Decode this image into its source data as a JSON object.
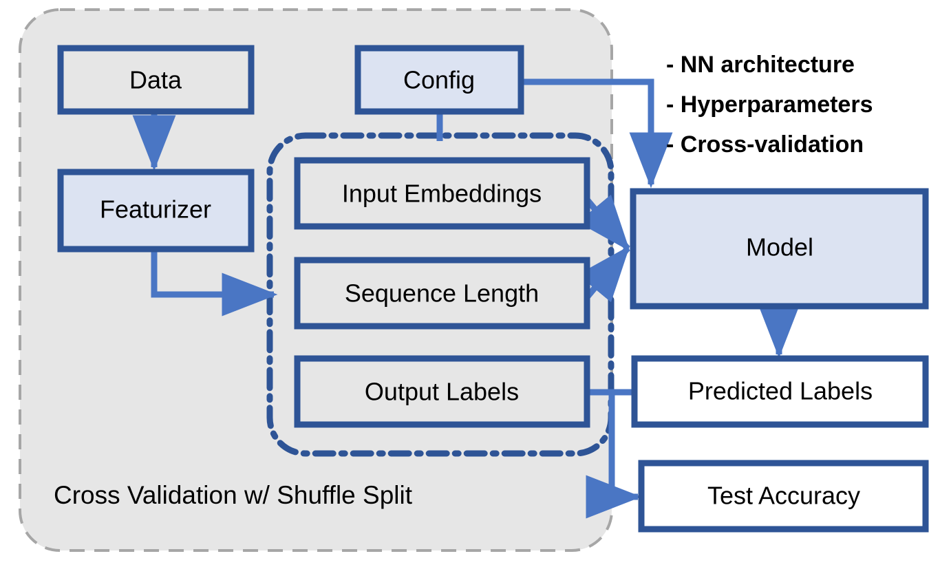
{
  "diagram": {
    "title_caption": "Cross Validation w/ Shuffle Split",
    "colors": {
      "box_stroke": "#2e5496",
      "box_fill_blue": "#dce3f2",
      "box_fill_white": "#ffffff",
      "container_fill": "#e6e6e6",
      "container_stroke": "#a6a6a6",
      "arrow_blue": "#4a76c4",
      "dashdot_stroke": "#2e5496",
      "text": "#000000"
    },
    "container": {
      "name": "Cross Validation w/ Shuffle Split",
      "caption": "Cross Validation w/ Shuffle Split"
    },
    "inner_group": {
      "name": "cross-validation-fold-group"
    },
    "nodes": [
      {
        "id": "data",
        "label": "Data",
        "fill": "container"
      },
      {
        "id": "featurizer",
        "label": "Featurizer",
        "fill": "blue"
      },
      {
        "id": "config",
        "label": "Config",
        "fill": "blue"
      },
      {
        "id": "input_embeddings",
        "label": "Input Embeddings",
        "fill": "container"
      },
      {
        "id": "sequence_length",
        "label": "Sequence Length",
        "fill": "container"
      },
      {
        "id": "output_labels",
        "label": "Output Labels",
        "fill": "container"
      },
      {
        "id": "model",
        "label": "Model",
        "fill": "blue"
      },
      {
        "id": "predicted_labels",
        "label": "Predicted Labels",
        "fill": "white"
      },
      {
        "id": "test_accuracy",
        "label": "Test Accuracy",
        "fill": "white"
      }
    ],
    "annotations": {
      "bullets": [
        "- NN architecture",
        "- Hyperparameters",
        "- Cross-validation"
      ]
    },
    "edges": [
      {
        "from": "data",
        "to": "featurizer"
      },
      {
        "from": "featurizer",
        "to": "inner_group"
      },
      {
        "from": "config",
        "to": "inner_group"
      },
      {
        "from": "config",
        "to": "model"
      },
      {
        "from": "input_embeddings",
        "to": "model"
      },
      {
        "from": "sequence_length",
        "to": "model"
      },
      {
        "from": "model",
        "to": "predicted_labels"
      },
      {
        "from": "output_labels",
        "to": "predicted_labels"
      },
      {
        "from": "output_labels",
        "to": "test_accuracy"
      }
    ]
  }
}
